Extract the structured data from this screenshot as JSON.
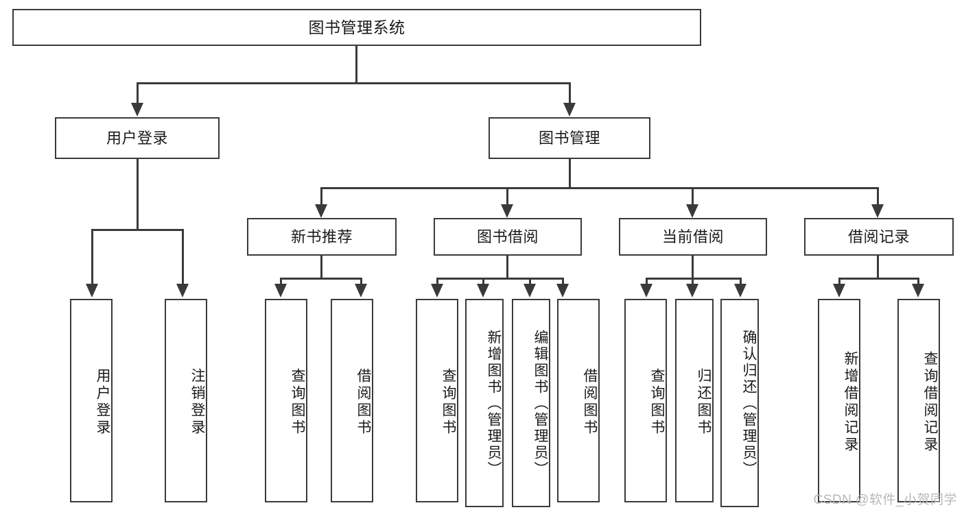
{
  "diagram": {
    "type": "tree",
    "title": "图书管理系统",
    "watermark": "CSDN @软件_小贺同学",
    "nodes": {
      "root": {
        "label": "图书管理系统"
      },
      "level2": [
        {
          "id": "user-login",
          "label": "用户登录"
        },
        {
          "id": "book-management",
          "label": "图书管理"
        }
      ],
      "level3": [
        {
          "id": "new-book-recommend",
          "label": "新书推荐"
        },
        {
          "id": "book-borrow",
          "label": "图书借阅"
        },
        {
          "id": "current-borrow",
          "label": "当前借阅"
        },
        {
          "id": "borrow-record",
          "label": "借阅记录"
        }
      ],
      "leaves": {
        "user_login": [
          {
            "id": "leaf-user-login",
            "label": "用户登录"
          },
          {
            "id": "leaf-logout",
            "label": "注销登录"
          }
        ],
        "new_book_recommend": [
          {
            "id": "leaf-query-book-1",
            "label": "查询图书"
          },
          {
            "id": "leaf-borrow-book-1",
            "label": "借阅图书"
          }
        ],
        "book_borrow": [
          {
            "id": "leaf-query-book-2",
            "label": "查询图书"
          },
          {
            "id": "leaf-add-book",
            "label": "新增图书（管理员）"
          },
          {
            "id": "leaf-edit-book",
            "label": "编辑图书（管理员）"
          },
          {
            "id": "leaf-borrow-book-2",
            "label": "借阅图书"
          }
        ],
        "current_borrow": [
          {
            "id": "leaf-query-book-3",
            "label": "查询图书"
          },
          {
            "id": "leaf-return-book",
            "label": "归还图书"
          },
          {
            "id": "leaf-confirm-return",
            "label": "确认归还（管理员）"
          }
        ],
        "borrow_record": [
          {
            "id": "leaf-add-record",
            "label": "新增借阅记录"
          },
          {
            "id": "leaf-query-record",
            "label": "查询借阅记录"
          }
        ]
      }
    },
    "colors": {
      "stroke": "#3a3a3a",
      "fill": "#ffffff",
      "text": "#1a1a1a",
      "watermark": "#b8b8b8"
    }
  }
}
